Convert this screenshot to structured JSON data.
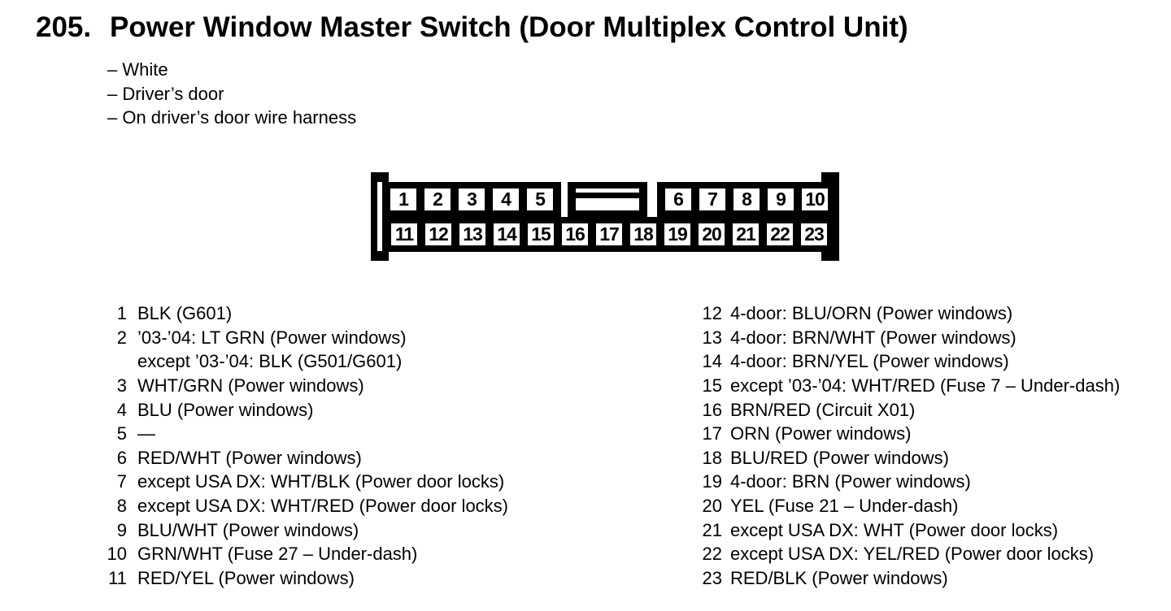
{
  "colors": {
    "ink": "#000000",
    "paper": "#ffffff"
  },
  "header": {
    "number": "205.",
    "title": "Power Window Master Switch (Door Multiplex Control Unit)",
    "notes": [
      "– White",
      "– Driver’s door",
      "– On driver’s door wire harness"
    ]
  },
  "connector": {
    "description": "23-pin connector, two rows, keyed slot in top row",
    "top_left_pins": [
      "1",
      "2",
      "3",
      "4",
      "5"
    ],
    "top_right_pins": [
      "6",
      "7",
      "8",
      "9",
      "10"
    ],
    "bottom_pins": [
      "11",
      "12",
      "13",
      "14",
      "15",
      "16",
      "17",
      "18",
      "19",
      "20",
      "21",
      "22",
      "23"
    ]
  },
  "pin_list": {
    "left": [
      {
        "pin": "1",
        "lines": [
          "BLK (G601)"
        ]
      },
      {
        "pin": "2",
        "lines": [
          "’03-’04: LT GRN (Power windows)",
          "except ’03-’04: BLK (G501/G601)"
        ]
      },
      {
        "pin": "3",
        "lines": [
          "WHT/GRN (Power windows)"
        ]
      },
      {
        "pin": "4",
        "lines": [
          "BLU (Power windows)"
        ]
      },
      {
        "pin": "5",
        "lines": [
          "—"
        ]
      },
      {
        "pin": "6",
        "lines": [
          "RED/WHT (Power windows)"
        ]
      },
      {
        "pin": "7",
        "lines": [
          "except USA DX: WHT/BLK (Power door locks)"
        ]
      },
      {
        "pin": "8",
        "lines": [
          "except USA DX: WHT/RED (Power door locks)"
        ]
      },
      {
        "pin": "9",
        "lines": [
          "BLU/WHT (Power windows)"
        ]
      },
      {
        "pin": "10",
        "lines": [
          "GRN/WHT (Fuse 27 – Under-dash)"
        ]
      },
      {
        "pin": "11",
        "lines": [
          "RED/YEL (Power windows)"
        ]
      }
    ],
    "right": [
      {
        "pin": "12",
        "lines": [
          "4-door: BLU/ORN (Power windows)"
        ]
      },
      {
        "pin": "13",
        "lines": [
          "4-door: BRN/WHT (Power windows)"
        ]
      },
      {
        "pin": "14",
        "lines": [
          "4-door: BRN/YEL (Power windows)"
        ]
      },
      {
        "pin": "15",
        "lines": [
          "except ’03-’04: WHT/RED (Fuse 7 – Under-dash)"
        ]
      },
      {
        "pin": "16",
        "lines": [
          "BRN/RED (Circuit X01)"
        ]
      },
      {
        "pin": "17",
        "lines": [
          "ORN (Power windows)"
        ]
      },
      {
        "pin": "18",
        "lines": [
          "BLU/RED (Power windows)"
        ]
      },
      {
        "pin": "19",
        "lines": [
          "4-door: BRN (Power windows)"
        ]
      },
      {
        "pin": "20",
        "lines": [
          "YEL (Fuse 21 – Under-dash)"
        ]
      },
      {
        "pin": "21",
        "lines": [
          "except USA DX: WHT (Power door locks)"
        ]
      },
      {
        "pin": "22",
        "lines": [
          "except USA DX: YEL/RED (Power door locks)"
        ]
      },
      {
        "pin": "23",
        "lines": [
          "RED/BLK (Power windows)"
        ]
      }
    ]
  }
}
